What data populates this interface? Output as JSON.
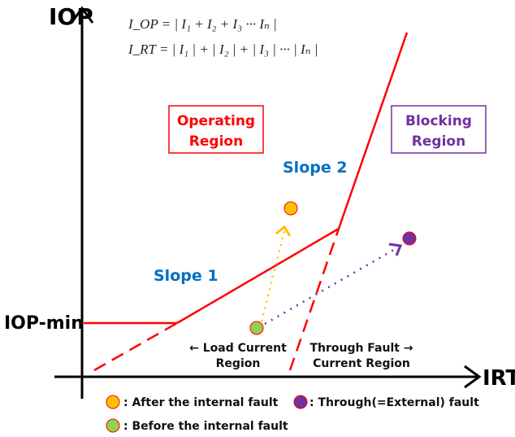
{
  "equations": {
    "iop": "I_OP = | I₁ + I₂ + I₃ ··· Iₙ |",
    "irt": "I_RT = | I₁ | + | I₂ | + | I₃ | ··· | Iₙ |"
  },
  "axes": {
    "y_label": "IOP",
    "x_label": "IRT",
    "min_label": "IOP-min"
  },
  "regions": {
    "operating": [
      "Operating",
      "Region"
    ],
    "blocking": [
      "Blocking",
      "Region"
    ]
  },
  "slopes": {
    "slope1": "Slope 1",
    "slope2": "Slope 2"
  },
  "annotations": {
    "load": [
      "← Load Current",
      "Region"
    ],
    "through": [
      "Through Fault →",
      "Current Region"
    ]
  },
  "legend": [
    {
      "label": ": After the internal fault",
      "color": "#FFC000"
    },
    {
      "label": ": Through(=External) fault",
      "color": "#7030A0"
    },
    {
      "label": ": Before the internal fault",
      "color": "#92D050"
    }
  ],
  "colors": {
    "red": "#FF0000",
    "purple": "#7030A0",
    "blue": "#0070C0",
    "orange": "#FFC000",
    "green": "#92D050"
  }
}
